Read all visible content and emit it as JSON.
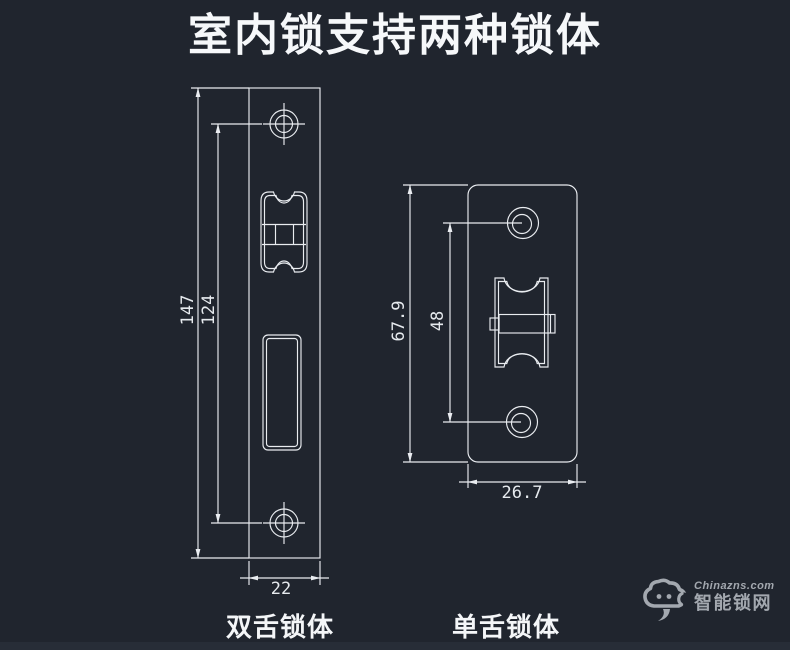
{
  "title": "室内锁支持两种锁体",
  "drawings": {
    "left": {
      "label": "双舌锁体",
      "dim_height": "147",
      "dim_hole_spacing": "124",
      "dim_width": "22"
    },
    "right": {
      "label": "单舌锁体",
      "dim_height": "67.9",
      "dim_hole_spacing": "48",
      "dim_width": "26.7"
    }
  },
  "watermark": {
    "site": "Chinazns.com",
    "brand": "智能锁网",
    "logo_icon": "cloud-chat-logo"
  },
  "colors": {
    "background": "#20252e",
    "line": "#e9ecf0",
    "text": "#f6f8fa",
    "watermark": "#a3a8af"
  }
}
